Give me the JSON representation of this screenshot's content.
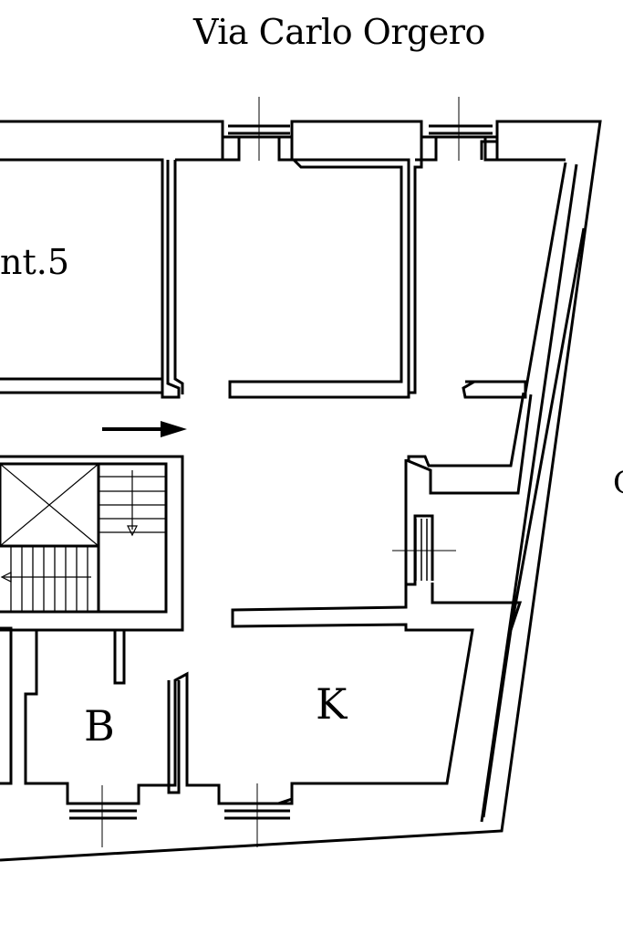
{
  "street_label": "Via Carlo Orgero",
  "unit_label": "nt.5",
  "rooms": [
    {
      "id": "bathroom",
      "label": "B"
    },
    {
      "id": "kitchen",
      "label": "K"
    }
  ],
  "edge_label": "C",
  "colors": {
    "ink": "#000000",
    "paper": "#ffffff"
  }
}
